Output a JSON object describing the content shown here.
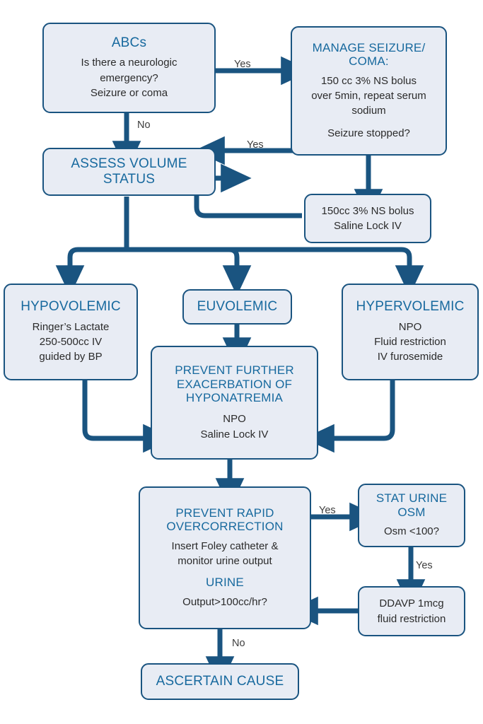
{
  "diagram": {
    "title": "Hyponatremia Management Algorithm",
    "colors": {
      "node_fill": "#e8ecf4",
      "node_border": "#1a5480",
      "heading_text": "#17699e",
      "body_text": "#2b2b2b",
      "connector": "#1a5480",
      "background": "#ffffff"
    }
  },
  "nodes": {
    "abcs": {
      "heading": "ABCs",
      "body": "Is there a neurologic\nemergency?\nSeizure or coma"
    },
    "manage_seizure": {
      "heading": "MANAGE SEIZURE/\nCOMA:",
      "body": "150 cc 3% NS bolus\nover 5min, repeat serum\nsodium",
      "body2": "Seizure stopped?"
    },
    "assess_volume": {
      "heading": "ASSESS VOLUME\nSTATUS"
    },
    "ns_bolus": {
      "body": "150cc 3% NS bolus\nSaline Lock IV"
    },
    "hypovolemic": {
      "heading": "HYPOVOLEMIC",
      "body": "Ringer’s Lactate\n250-500cc IV\nguided by BP"
    },
    "euvolemic": {
      "heading": "EUVOLEMIC"
    },
    "hypervolemic": {
      "heading": "HYPERVOLEMIC",
      "body": "NPO\nFluid restriction\nIV furosemide"
    },
    "prevent_exacerbation": {
      "heading": "PREVENT FURTHER\nEXACERBATION OF\nHYPONATREMIA",
      "body": "NPO\nSaline Lock IV"
    },
    "prevent_overcorrection": {
      "heading": "PREVENT RAPID\nOVERCORRECTION",
      "body": "Insert Foley catheter &\nmonitor urine output",
      "heading2": "URINE",
      "body2": "Output>100cc/hr?"
    },
    "stat_urine_osm": {
      "heading": "STAT URINE\nOSM",
      "body": "Osm <100?"
    },
    "ddavp": {
      "body": "DDAVP 1mcg\nfluid restriction"
    },
    "ascertain_cause": {
      "heading": "ASCERTAIN CAUSE"
    }
  },
  "edge_labels": {
    "abcs_to_manage": "Yes",
    "abcs_to_assess": "No",
    "seizure_stopped_yes": "Yes",
    "overcorrection_to_osm": "Yes",
    "osm_to_ddavp": "Yes",
    "urine_to_ascertain": "No"
  }
}
